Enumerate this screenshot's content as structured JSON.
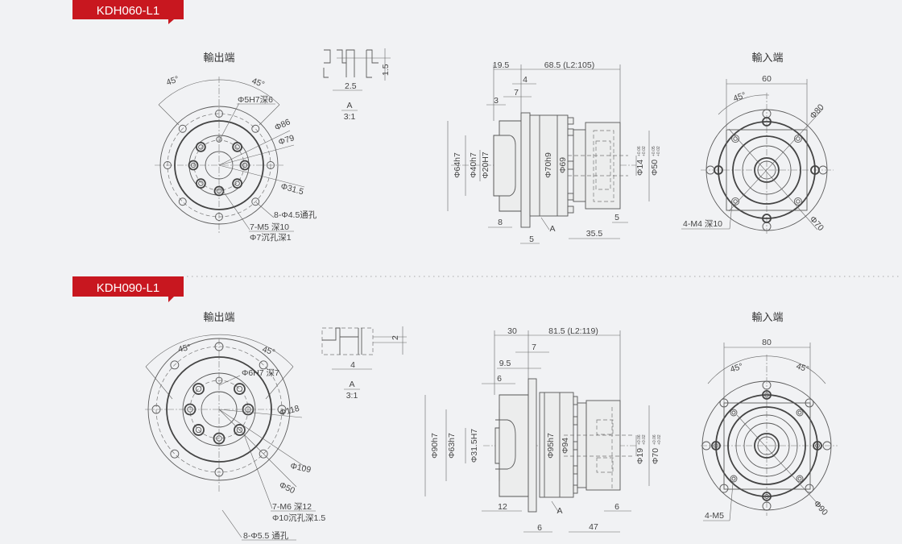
{
  "colors": {
    "accent": "#c8171f",
    "background": "#f1f2f4",
    "line": "#5a5a5a"
  },
  "sections": [
    {
      "model": "KDH060-L1",
      "output_view": {
        "title": "輸出端",
        "angle_left": "45°",
        "angle_right": "45°",
        "pin": "Φ5H7深6",
        "d_outer": "Φ86",
        "d_pcd": "Φ79",
        "d_center": "Φ31.5",
        "thru_holes": "8-Φ4.5通孔",
        "tapped": "7-M5  深10",
        "counterbore": "Φ7沉孔深1"
      },
      "detail": {
        "dim_h": "2.5",
        "dim_v": "1.5",
        "label": "A",
        "scale": "3:1"
      },
      "side_view": {
        "dim_a": "19.5",
        "dim_b": "68.5 (L2:105)",
        "dim_4": "4",
        "dim_7": "7",
        "dim_3": "3",
        "d_flange": "Φ64h7",
        "d_pilot": "Φ40h7",
        "d_bore": "Φ20H7",
        "d_body": "Φ70h9",
        "d_body2": "Φ69",
        "d_input": "Φ14",
        "tol_input_up": "+0.06",
        "tol_input_lo": "+0.02",
        "d_adapter": "Φ50",
        "tol_adapter_up": "+0.05",
        "tol_adapter_lo": "+0.02",
        "dim_8": "8",
        "detail_ref": "A",
        "dim_5": "5",
        "dim_35": "35.5",
        "dim_5r": "5"
      },
      "input_view": {
        "title": "輸入端",
        "width": "60",
        "angle": "45°",
        "d_outer": "Φ80",
        "d_pcd": "Φ70",
        "tapped": "4-M4  深10"
      }
    },
    {
      "model": "KDH090-L1",
      "output_view": {
        "title": "輸出端",
        "angle_left": "45°",
        "angle_right": "45°",
        "pin": "Φ6H7  深7",
        "d_outer": "Φ118",
        "d_pcd": "Φ109",
        "d_center": "Φ50",
        "tapped": "7-M6  深12",
        "counterbore": "Φ10沉孔深1.5",
        "thru_holes": "8-Φ5.5  通孔"
      },
      "detail": {
        "dim_h": "4",
        "dim_v": "2",
        "label": "A",
        "scale": "3:1"
      },
      "side_view": {
        "dim_a": "30",
        "dim_b": "81.5 (L2:119)",
        "dim_7": "7",
        "dim_95": "9.5",
        "dim_6": "6",
        "d_flange": "Φ90h7",
        "d_pilot": "Φ63h7",
        "d_bore": "Φ31.5H7",
        "d_body": "Φ95h7",
        "d_body2": "Φ94",
        "d_input": "Φ19",
        "tol_input_up": "+0.06",
        "tol_input_lo": "+0.02",
        "d_adapter": "Φ70",
        "tol_adapter_up": "+0.06",
        "tol_adapter_lo": "+0.02",
        "dim_12": "12",
        "detail_ref": "A",
        "dim_6b": "6",
        "dim_47": "47",
        "dim_6r": "6"
      },
      "input_view": {
        "title": "輸入端",
        "width": "80",
        "angle_left": "45°",
        "angle_right": "45°",
        "d_pcd": "Φ90",
        "tapped": "4-M5"
      }
    }
  ]
}
